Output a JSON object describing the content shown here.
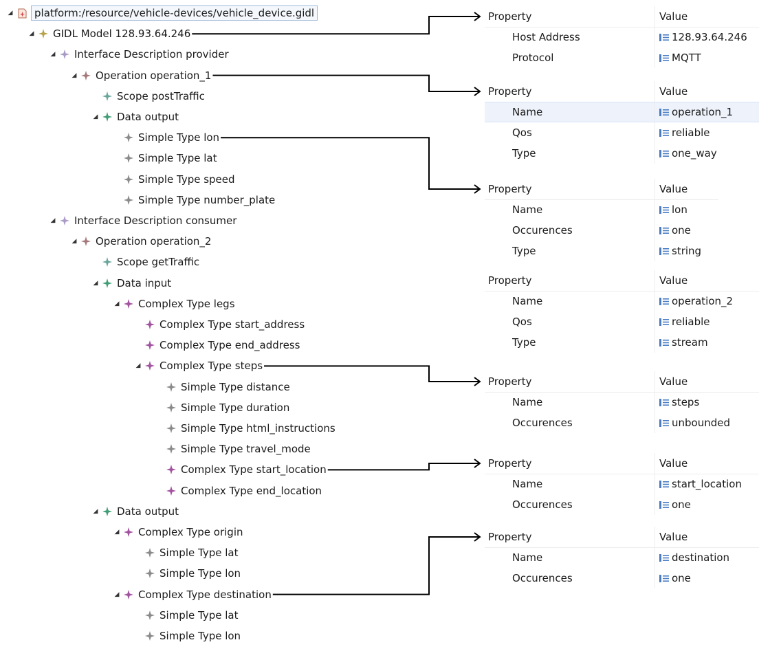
{
  "tree": [
    {
      "text": "platform:/resource/vehicle-devices/vehicle_device.gidl",
      "level": 0,
      "kind": "resource",
      "expanded": true
    },
    {
      "text": "GIDL Model 128.93.64.246",
      "level": 1,
      "kind": "model",
      "expanded": true
    },
    {
      "text": "Interface Description provider",
      "level": 2,
      "kind": "interface",
      "expanded": true
    },
    {
      "text": "Operation operation_1",
      "level": 3,
      "kind": "operation",
      "expanded": true
    },
    {
      "text": "Scope postTraffic",
      "level": 4,
      "kind": "scope",
      "expanded": null
    },
    {
      "text": "Data output",
      "level": 4,
      "kind": "data",
      "expanded": true
    },
    {
      "text": "Simple Type lon",
      "level": 5,
      "kind": "simple",
      "expanded": null
    },
    {
      "text": "Simple Type lat",
      "level": 5,
      "kind": "simple",
      "expanded": null
    },
    {
      "text": "Simple Type speed",
      "level": 5,
      "kind": "simple",
      "expanded": null
    },
    {
      "text": "Simple Type number_plate",
      "level": 5,
      "kind": "simple",
      "expanded": null
    },
    {
      "text": "Interface Description consumer",
      "level": 2,
      "kind": "interface",
      "expanded": true
    },
    {
      "text": "Operation operation_2",
      "level": 3,
      "kind": "operation",
      "expanded": true
    },
    {
      "text": "Scope getTraffic",
      "level": 4,
      "kind": "scope",
      "expanded": null
    },
    {
      "text": "Data input",
      "level": 4,
      "kind": "data",
      "expanded": true
    },
    {
      "text": "Complex Type legs",
      "level": 5,
      "kind": "complex",
      "expanded": true
    },
    {
      "text": "Complex Type start_address",
      "level": 6,
      "kind": "complex",
      "expanded": null
    },
    {
      "text": "Complex Type end_address",
      "level": 6,
      "kind": "complex",
      "expanded": null
    },
    {
      "text": "Complex Type steps",
      "level": 6,
      "kind": "complex",
      "expanded": true
    },
    {
      "text": "Simple Type distance",
      "level": 7,
      "kind": "simple",
      "expanded": null
    },
    {
      "text": "Simple Type duration",
      "level": 7,
      "kind": "simple",
      "expanded": null
    },
    {
      "text": "Simple Type html_instructions",
      "level": 7,
      "kind": "simple",
      "expanded": null
    },
    {
      "text": "Simple Type travel_mode",
      "level": 7,
      "kind": "simple",
      "expanded": null
    },
    {
      "text": "Complex Type start_location",
      "level": 7,
      "kind": "complex",
      "expanded": null
    },
    {
      "text": "Complex Type end_location",
      "level": 7,
      "kind": "complex",
      "expanded": null
    },
    {
      "text": "Data output",
      "level": 4,
      "kind": "data",
      "expanded": true
    },
    {
      "text": "Complex Type origin",
      "level": 5,
      "kind": "complex",
      "expanded": true
    },
    {
      "text": "Simple Type lat",
      "level": 6,
      "kind": "simple",
      "expanded": null
    },
    {
      "text": "Simple Type lon",
      "level": 6,
      "kind": "simple",
      "expanded": null
    },
    {
      "text": "Complex Type destination",
      "level": 5,
      "kind": "complex",
      "expanded": true
    },
    {
      "text": "Simple Type lat",
      "level": 6,
      "kind": "simple",
      "expanded": null
    },
    {
      "text": "Simple Type lon",
      "level": 6,
      "kind": "simple",
      "expanded": null
    }
  ],
  "icon_colors": {
    "model": "#b5a24a",
    "interface": "#a99ac8",
    "operation": "#a5787a",
    "scope": "#6aa59b",
    "data": "#3f9e75",
    "complex": "#a253a0",
    "simple": "#8a8a8a",
    "value_icon": "#4a7cc4"
  },
  "property_tables": [
    {
      "header": [
        "Property",
        "Value"
      ],
      "rows": [
        [
          "Host Address",
          "128.93.64.246"
        ],
        [
          "Protocol",
          "MQTT"
        ]
      ],
      "source_row": 1
    },
    {
      "header": [
        "Property",
        "Value"
      ],
      "rows": [
        [
          "Name",
          "operation_1"
        ],
        [
          "Qos",
          "reliable"
        ],
        [
          "Type",
          "one_way"
        ]
      ],
      "source_row": 3,
      "selected_row": 0
    },
    {
      "header": [
        "Property",
        "Value"
      ],
      "rows": [
        [
          "Name",
          "lon"
        ],
        [
          "Occurences",
          "one"
        ],
        [
          "Type",
          "string"
        ]
      ],
      "source_row": 6
    },
    {
      "header": [
        "Property",
        "Value"
      ],
      "rows": [
        [
          "Name",
          "operation_2"
        ],
        [
          "Qos",
          "reliable"
        ],
        [
          "Type",
          "stream"
        ]
      ],
      "source_row": null
    },
    {
      "header": [
        "Property",
        "Value"
      ],
      "rows": [
        [
          "Name",
          "steps"
        ],
        [
          "Occurences",
          "unbounded"
        ]
      ],
      "source_row": 17
    },
    {
      "header": [
        "Property",
        "Value"
      ],
      "rows": [
        [
          "Name",
          "start_location"
        ],
        [
          "Occurences",
          "one"
        ]
      ],
      "source_row": 22
    },
    {
      "header": [
        "Property",
        "Value"
      ],
      "rows": [
        [
          "Name",
          "destination"
        ],
        [
          "Occurences",
          "one"
        ]
      ],
      "source_row": 28
    }
  ]
}
